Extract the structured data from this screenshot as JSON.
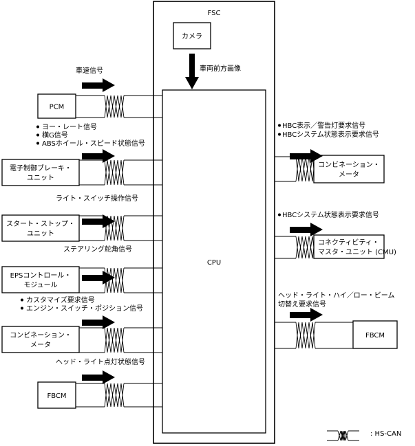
{
  "fsc": {
    "title": "FSC",
    "camera_label": "カメラ",
    "camera_signal": "車両前方画像",
    "cpu_label": "CPU"
  },
  "left_modules": [
    {
      "name": "PCM",
      "lines": [
        "PCM"
      ],
      "signals": [
        "車速信号"
      ],
      "signal_bullets": false
    },
    {
      "name": "電子制御ブレーキ・ユニット",
      "lines": [
        "電子制御ブレーキ・",
        "ユニット"
      ],
      "signals": [
        "ヨー・レート信号",
        "横G信号",
        "ABSホイール・スピード状態信号"
      ],
      "signal_bullets": true
    },
    {
      "name": "スタート・ストップ・ユニット",
      "lines": [
        "スタート・ストップ・",
        "ユニット"
      ],
      "signals": [
        "ライト・スイッチ操作信号"
      ],
      "signal_bullets": false
    },
    {
      "name": "EPSコントロール・モジュール",
      "lines": [
        "EPSコントロール・",
        "モジュール"
      ],
      "signals": [
        "ステアリング舵角信号"
      ],
      "signal_bullets": false
    },
    {
      "name": "コンビネーション・メータ",
      "lines": [
        "コンビネーション・",
        "メータ"
      ],
      "signals": [
        "カスタマイズ要求信号",
        "エンジン・スイッチ・ポジション信号"
      ],
      "signal_bullets": true
    },
    {
      "name": "FBCM",
      "lines": [
        "FBCM"
      ],
      "signals": [
        "ヘッド・ライト点灯状態信号"
      ],
      "signal_bullets": false
    }
  ],
  "right_modules": [
    {
      "name": "コンビネーション・メータ",
      "lines": [
        "コンビネーション・",
        "メータ"
      ],
      "signals": [
        "HBC表示／警告灯要求信号",
        "HBCシステム状態表示要求信号"
      ],
      "signal_bullets": true
    },
    {
      "name": "コネクティビティ・マスタ・ユニット (CMU)",
      "lines": [
        "コネクティビティ・",
        "マスタ・ユニット (CMU)"
      ],
      "signals": [
        "HBCシステム状態表示要求信号"
      ],
      "signal_bullets": true
    },
    {
      "name": "FBCM",
      "lines": [
        "FBCM"
      ],
      "signals": [
        "ヘッド・ライト・ハイ／ロー・ビーム",
        "切替え要求信号"
      ],
      "signal_bullets": false
    }
  ],
  "legend": {
    "label": ": HS-CAN"
  }
}
